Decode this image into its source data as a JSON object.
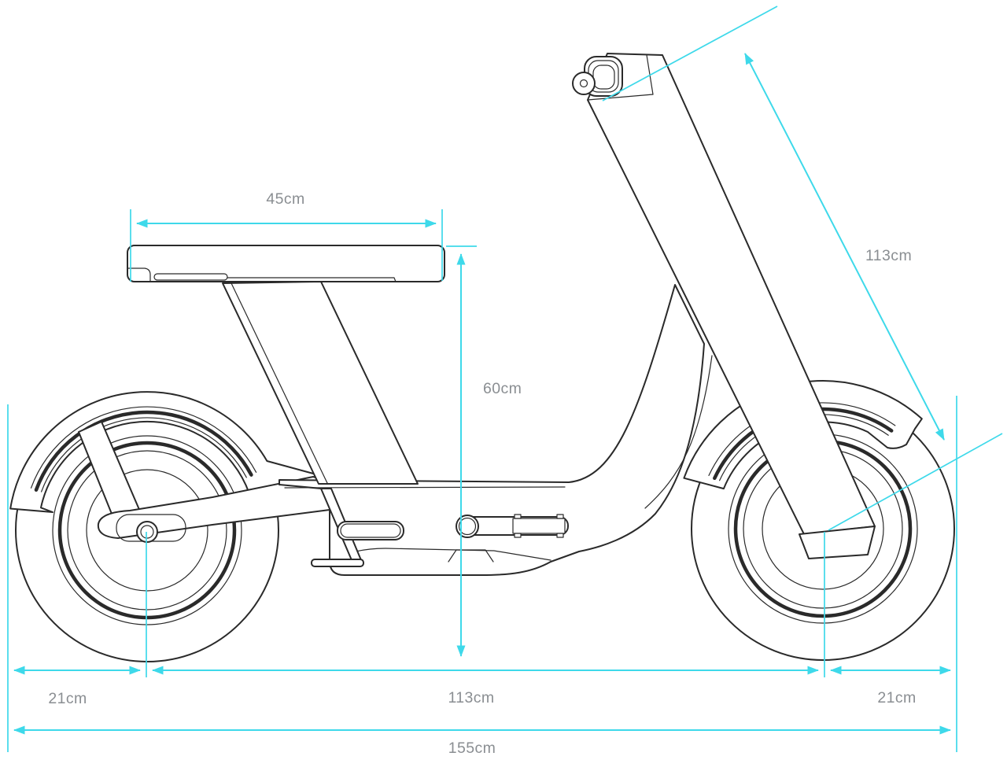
{
  "diagram": {
    "kind": "technical-dimension-drawing",
    "subject": "electric-scooter-side-view",
    "unit": "cm",
    "dimensions": {
      "seat_length": {
        "label": "45cm",
        "value": 45,
        "orientation": "horizontal-top"
      },
      "steering_column": {
        "label": "113cm",
        "value": 113,
        "orientation": "diagonal-right"
      },
      "seat_height": {
        "label": "60cm",
        "value": 60,
        "orientation": "vertical-middle"
      },
      "rear_overhang": {
        "label": "21cm",
        "value": 21,
        "orientation": "horizontal-bottom-left"
      },
      "wheelbase": {
        "label": "113cm",
        "value": 113,
        "orientation": "horizontal-bottom-middle"
      },
      "front_overhang": {
        "label": "21cm",
        "value": 21,
        "orientation": "horizontal-bottom-right"
      },
      "overall_length": {
        "label": "155cm",
        "value": 155,
        "orientation": "horizontal-bottom-total"
      }
    },
    "colors": {
      "dimension_lines": "#3ed9ea",
      "label_text": "#8a8e92",
      "line_art": "#2a2a2a",
      "background": "#ffffff"
    }
  }
}
